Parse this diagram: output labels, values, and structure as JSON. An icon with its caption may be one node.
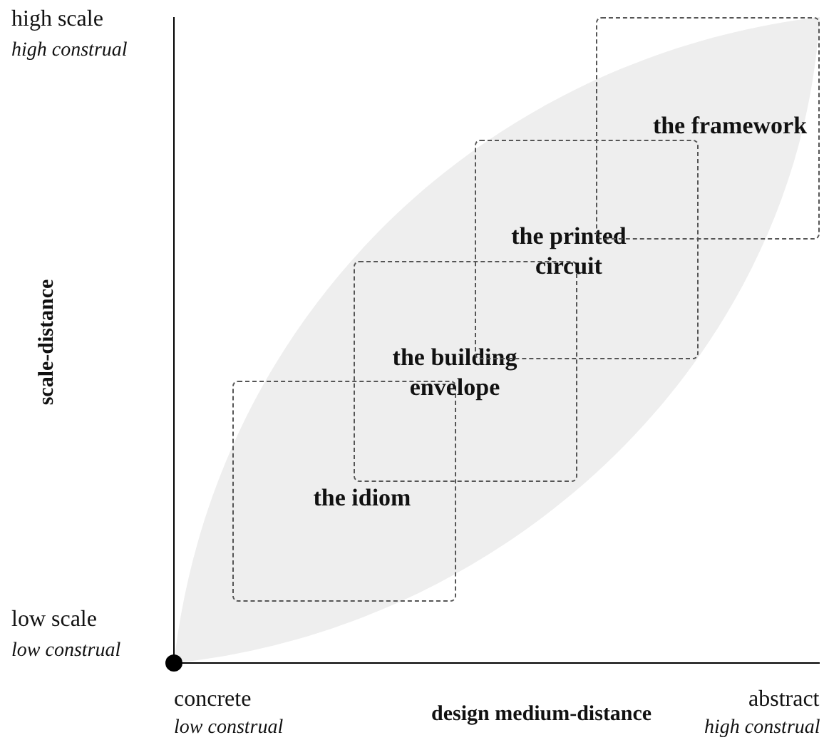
{
  "diagram": {
    "nodes": [
      {
        "text": [
          "the idiom"
        ]
      },
      {
        "text": [
          "the building envelope"
        ]
      },
      {
        "text": [
          "the printed circuit"
        ]
      },
      {
        "text": [
          "the framework"
        ]
      }
    ],
    "labels": [
      "high scale",
      "high construal",
      "scale-distance",
      "low scale",
      "low construal",
      "concrete",
      "low construal",
      "design medium-distance",
      "abstract",
      "high construal"
    ]
  }
}
